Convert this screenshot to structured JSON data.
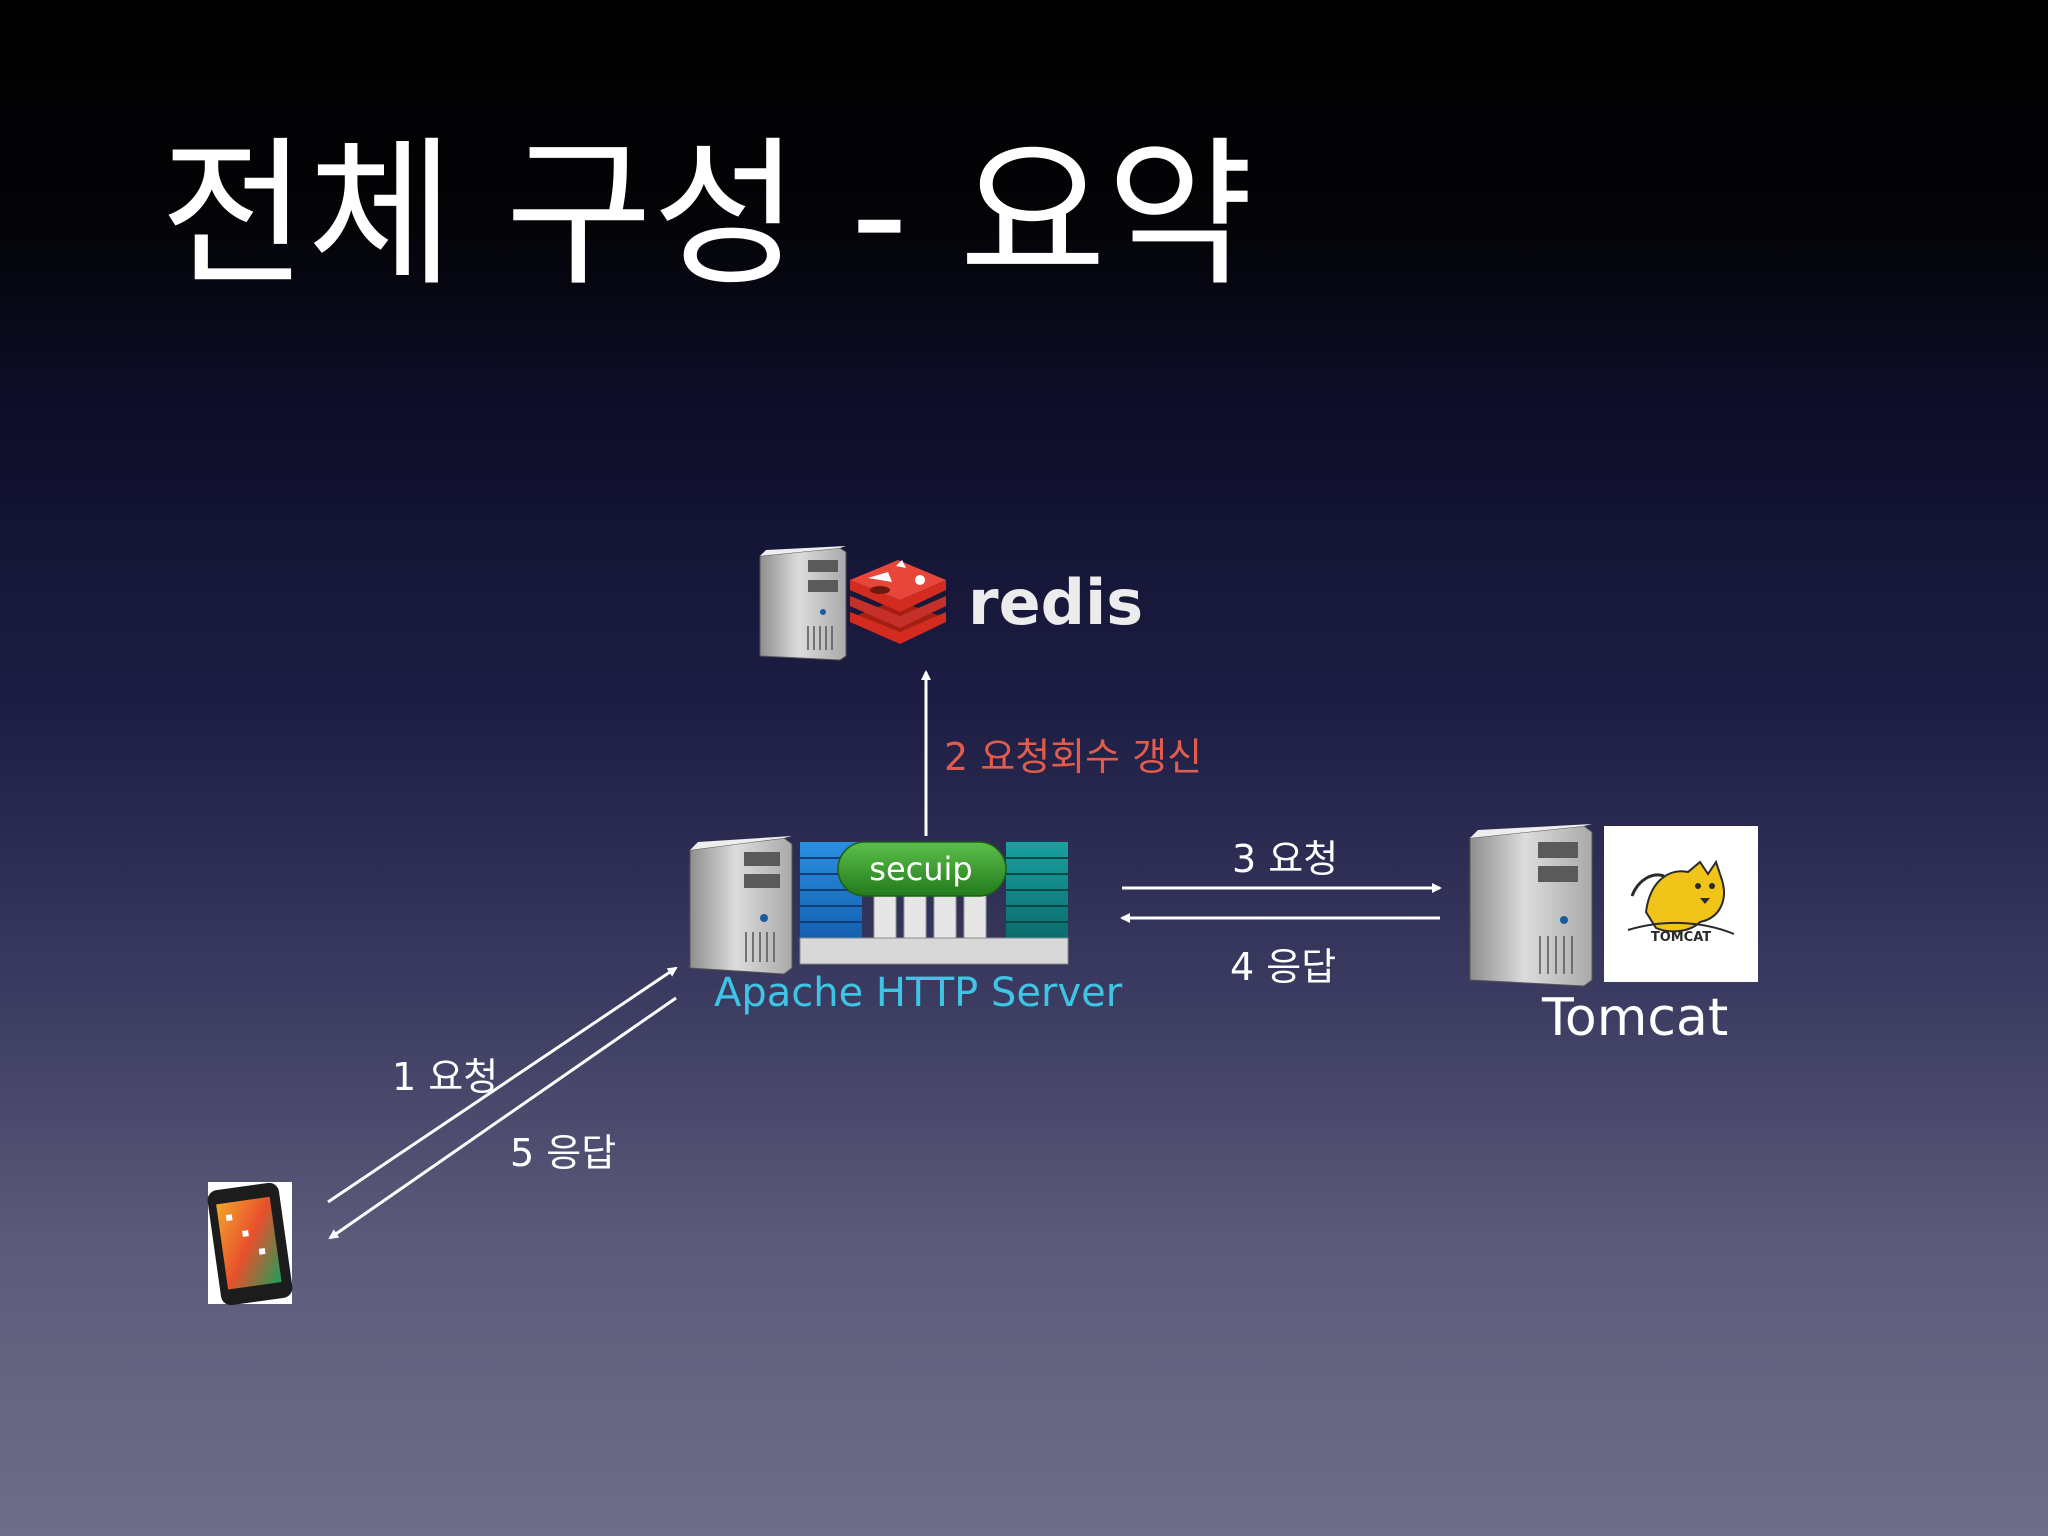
{
  "title": "전체 구성 - 요약",
  "nodes": {
    "redis": {
      "logo_text": "redis"
    },
    "apache": {
      "label": "Apache HTTP Server",
      "module_label": "secuip"
    },
    "tomcat": {
      "label": "Tomcat",
      "logo_text": "TOMCAT"
    }
  },
  "steps": {
    "step1": "1 요청",
    "step2": "2 요청회수 갱신",
    "step3": "3 요청",
    "step4": "4 응답",
    "step5": "5 응답"
  },
  "colors": {
    "title": "#ffffff",
    "apache_label": "#3ec4e4",
    "redis_step": "#e25c4c",
    "redis_red": "#d42b20",
    "secuip_green": "#3a9a2a"
  }
}
